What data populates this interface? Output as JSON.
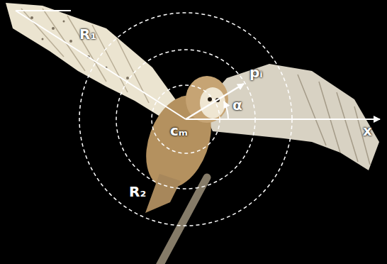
{
  "diagram": {
    "labels": [
      "R₁",
      "pᵢ",
      "α",
      "cₘ",
      "x",
      "R₂"
    ]
  }
}
